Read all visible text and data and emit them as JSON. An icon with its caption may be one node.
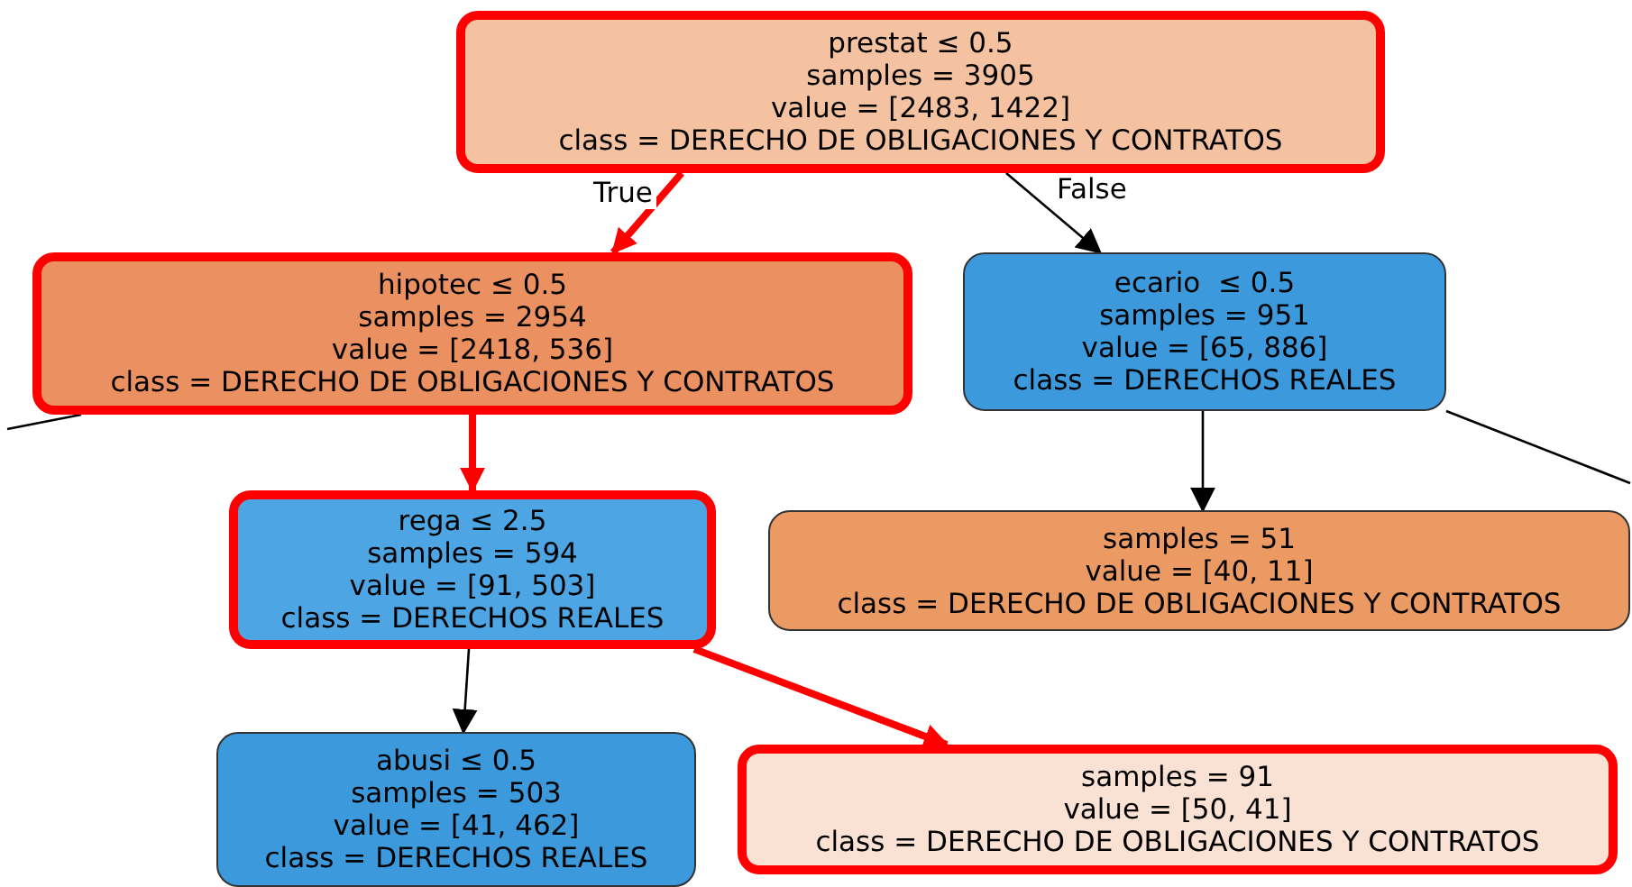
{
  "diagram": {
    "nodes": [
      {
        "text": [
          "prestat ≤ 0.5",
          "samples = 3905",
          "value = [2483, 1422]",
          "class = DERECHO DE OBLIGACIONES Y CONTRATOS"
        ]
      },
      {
        "text": [
          "hipotec ≤ 0.5",
          "samples = 2954",
          "value = [2418, 536]",
          "class = DERECHO DE OBLIGACIONES Y CONTRATOS"
        ]
      },
      {
        "text": [
          "ecario  ≤ 0.5",
          "samples = 951",
          "value = [65, 886]",
          "class = DERECHOS REALES"
        ]
      },
      {
        "text": [
          "samples = 51",
          "value = [40, 11]",
          "class = DERECHO DE OBLIGACIONES Y CONTRATOS"
        ]
      },
      {
        "text": [
          "rega ≤ 2.5",
          "samples = 594",
          "value = [91, 503]",
          "class = DERECHOS REALES"
        ]
      },
      {
        "text": [
          "abusi ≤ 0.5",
          "samples = 503",
          "value = [41, 462]",
          "class = DERECHOS REALES"
        ]
      },
      {
        "text": [
          "samples = 91",
          "value = [50, 41]",
          "class = DERECHO DE OBLIGACIONES Y CONTRATOS"
        ]
      }
    ],
    "edges": [
      {
        "from": 0,
        "to": 1,
        "arrow": "to",
        "label": "True",
        "style": "thick",
        "color": "#ff0000"
      },
      {
        "from": 0,
        "to": 2,
        "arrow": "to",
        "label": "False"
      },
      {
        "from": 1,
        "to": 4,
        "arrow": "to",
        "style": "thick",
        "color": "#ff0000"
      },
      {
        "from": 1,
        "to": null,
        "arrow": "none"
      },
      {
        "from": 2,
        "to": 3,
        "arrow": "to"
      },
      {
        "from": 2,
        "to": null,
        "arrow": "none"
      },
      {
        "from": 4,
        "to": 5,
        "arrow": "to"
      },
      {
        "from": 4,
        "to": 6,
        "arrow": "to",
        "style": "thick",
        "color": "#ff0000"
      }
    ]
  }
}
